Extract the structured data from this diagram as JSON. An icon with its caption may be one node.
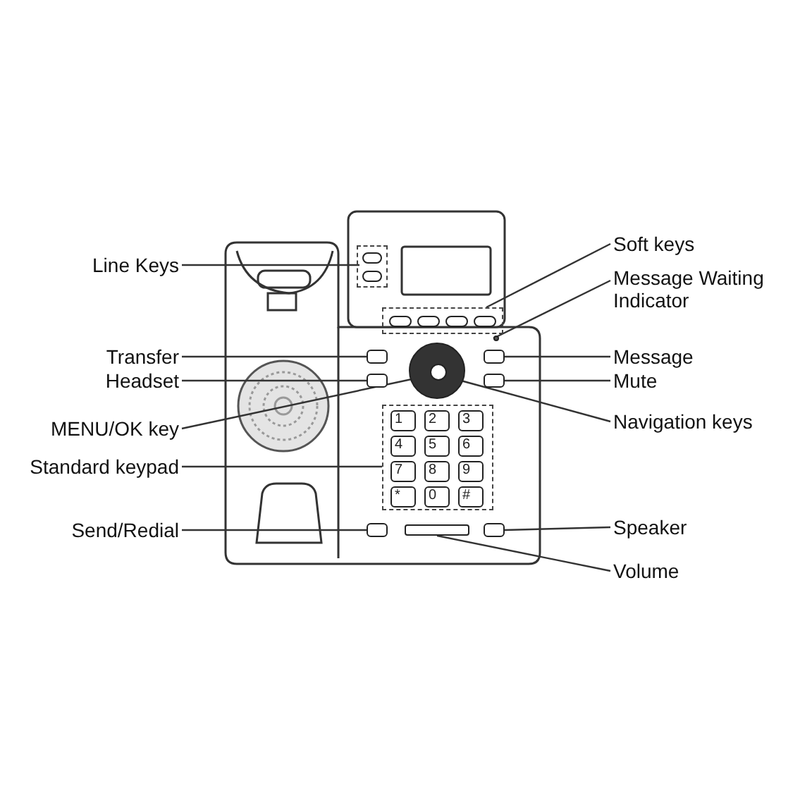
{
  "diagram": {
    "nodes": [
      {
        "text": [
          "Line Keys"
        ]
      },
      {
        "text": [],
        "shape": "box"
      },
      {
        "text": [
          "Soft keys"
        ]
      },
      {
        "text": [],
        "shape": "box"
      },
      {
        "text": [
          "Message Waiting Indicator"
        ]
      },
      {
        "text": [],
        "shape": "circle"
      },
      {
        "text": [
          "Transfer"
        ]
      },
      {
        "text": [],
        "shape": "box"
      },
      {
        "text": [
          "Message"
        ]
      },
      {
        "text": [],
        "shape": "box"
      },
      {
        "text": [
          "Headset"
        ]
      },
      {
        "text": [],
        "shape": "box"
      },
      {
        "text": [
          "Mute"
        ]
      },
      {
        "text": [],
        "shape": "box"
      },
      {
        "text": [
          "MENU/OK key"
        ]
      },
      {
        "text": [],
        "shape": "circle"
      },
      {
        "text": [],
        "shape": "circle",
        "in": 15
      },
      {
        "text": [
          "Navigation keys"
        ]
      },
      {
        "text": [
          "Standard keypad"
        ]
      },
      {
        "text": [],
        "shape": "box"
      },
      {
        "text": [
          "Send/Redial"
        ]
      },
      {
        "text": [],
        "shape": "box"
      },
      {
        "text": [
          "Speaker"
        ]
      },
      {
        "text": [],
        "shape": "box"
      },
      {
        "text": [
          "Volume"
        ]
      },
      {
        "text": [],
        "shape": "bar"
      }
    ],
    "edges": [
      {
        "from": 0,
        "to": 1,
        "arrow": "none"
      },
      {
        "from": 2,
        "to": 3,
        "arrow": "none"
      },
      {
        "from": 4,
        "to": 5,
        "arrow": "none"
      },
      {
        "from": 6,
        "to": 7,
        "arrow": "none"
      },
      {
        "from": 8,
        "to": 9,
        "arrow": "none"
      },
      {
        "from": 10,
        "to": 11,
        "arrow": "none"
      },
      {
        "from": 12,
        "to": 13,
        "arrow": "none"
      },
      {
        "from": 14,
        "to": 16,
        "arrow": "none"
      },
      {
        "from": 17,
        "to": 15,
        "arrow": "none"
      },
      {
        "from": 18,
        "to": 19,
        "arrow": "none"
      },
      {
        "from": 20,
        "to": 21,
        "arrow": "none"
      },
      {
        "from": 22,
        "to": 23,
        "arrow": "none"
      },
      {
        "from": 24,
        "to": 25,
        "arrow": "none"
      }
    ],
    "labels": [
      "1",
      "2",
      "3",
      "4",
      "5",
      "6",
      "7",
      "8",
      "9",
      "*",
      "0",
      "#"
    ]
  }
}
